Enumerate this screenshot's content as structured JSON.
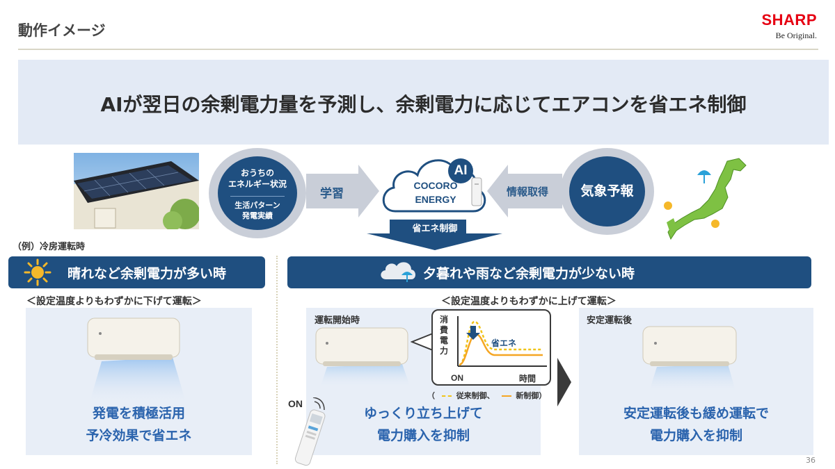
{
  "header": {
    "title": "動作イメージ"
  },
  "logo": {
    "brand": "SHARP",
    "tagline": "Be Original."
  },
  "banner": {
    "text": "AIが翌日の余剰電力量を予測し、余剰電力に応じてエアコンを省エネ制御"
  },
  "flow": {
    "left_circle": {
      "top_lines": [
        "おうちの",
        "エネルギー状況"
      ],
      "bottom_lines": [
        "生活パターン",
        "発電実績"
      ]
    },
    "learn_label": "学習",
    "cloud": {
      "line1": "COCORO",
      "line2": "ENERGY",
      "badge": "AI"
    },
    "info_label": "情報取得",
    "right_circle": {
      "label": "気象予報"
    },
    "down_label": "省エネ制御"
  },
  "example_note": "（例）冷房運転時",
  "left_section": {
    "bar_title": "晴れなど余剰電力が多い時",
    "caption": "＜設定温度よりもわずかに下げて運転＞",
    "message": [
      "発電を積極活用",
      "予冷効果で省エネ"
    ]
  },
  "right_section": {
    "bar_title": "夕暮れや雨など余剰電力が少ない時",
    "caption": "＜設定温度よりもわずかに上げて運転＞",
    "start_panel": {
      "label": "運転開始時",
      "message": [
        "ゆっくり立ち上げて",
        "電力購入を抑制"
      ]
    },
    "stable_panel": {
      "label": "安定運転後",
      "message": [
        "安定運転後も緩め運転で",
        "電力購入を抑制"
      ]
    },
    "chart": {
      "ylabel": [
        "消",
        "費",
        "電",
        "力"
      ],
      "annotation": "省エネ",
      "x_start": "ON",
      "x_end": "時間"
    },
    "legend": {
      "open": "（",
      "old": "従来制御、",
      "new": "新制御）"
    },
    "remote_on": "ON"
  },
  "page_number": "36",
  "colors": {
    "navy": "#1f4f80",
    "banner_bg": "#e3eaf5",
    "panel_bg": "#e8eef7",
    "accent_blue": "#2a63ad",
    "legend_old": "#f0c419",
    "legend_new": "#f5a623",
    "logo_red": "#e60012"
  },
  "icons": [
    "sun-icon",
    "cloud-rain-icon",
    "umbrella-icon",
    "japan-map-icon",
    "air-conditioner-icon",
    "remote-control-icon",
    "wifi-router-icon",
    "down-arrow-icon"
  ]
}
